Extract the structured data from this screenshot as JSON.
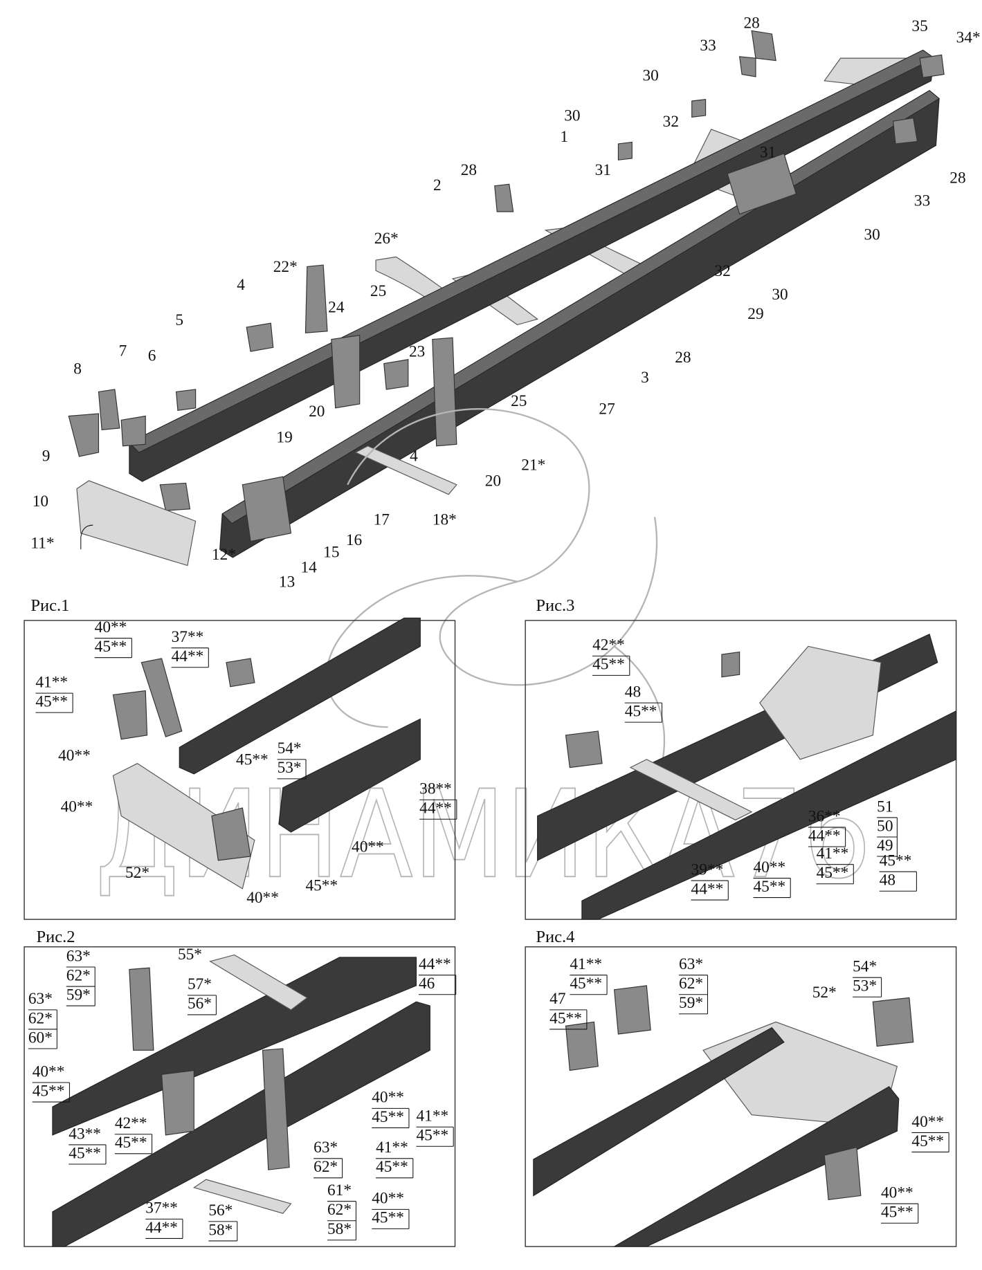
{
  "main": {
    "callouts": [
      "28",
      "33",
      "35",
      "34*",
      "30",
      "30",
      "32",
      "1",
      "31",
      "31",
      "28",
      "2",
      "28",
      "33",
      "30",
      "26*",
      "32",
      "30",
      "29",
      "22*",
      "25",
      "24",
      "4",
      "23",
      "28",
      "3",
      "5",
      "7",
      "6",
      "8",
      "20",
      "19",
      "25",
      "27",
      "21*",
      "20",
      "4",
      "9",
      "10",
      "17",
      "18*",
      "16",
      "15",
      "14",
      "13",
      "12*",
      "11*"
    ]
  },
  "figures": [
    {
      "caption": "Рис.1",
      "callouts": [
        [
          "40**",
          "45**"
        ],
        [
          "37**",
          "44**"
        ],
        [
          "41**",
          "45**"
        ],
        [
          "40**"
        ],
        [
          "45**"
        ],
        [
          "54*",
          "53*"
        ],
        [
          "38**",
          "44**"
        ],
        [
          "40**"
        ],
        [
          "52*"
        ],
        [
          "40**"
        ],
        [
          "45**"
        ],
        [
          "40**"
        ]
      ]
    },
    {
      "caption": "Рис.2",
      "callouts": [
        [
          "63*",
          "62*",
          "59*"
        ],
        [
          "55*"
        ],
        [
          "63*",
          "62*",
          "60*"
        ],
        [
          "57*",
          "56*"
        ],
        [
          "44**",
          "46"
        ],
        [
          "40**",
          "45**"
        ],
        [
          "40**",
          "45**"
        ],
        [
          "41**",
          "45**"
        ],
        [
          "43**",
          "45**"
        ],
        [
          "42**",
          "45**"
        ],
        [
          "41**",
          "45**"
        ],
        [
          "63*",
          "62*"
        ],
        [
          "40**",
          "45**"
        ],
        [
          "61*",
          "62*",
          "58*"
        ],
        [
          "37**",
          "44**"
        ],
        [
          "56*",
          "58*"
        ]
      ]
    },
    {
      "caption": "Рис.3",
      "callouts": [
        [
          "42**",
          "45**"
        ],
        [
          "48",
          "45**"
        ],
        [
          "36**",
          "44**"
        ],
        [
          "51",
          "50",
          "49"
        ],
        [
          "41**",
          "45**"
        ],
        [
          "40**",
          "45**"
        ],
        [
          "39**",
          "44**"
        ],
        [
          "45**",
          "48"
        ]
      ]
    },
    {
      "caption": "Рис.4",
      "callouts": [
        [
          "41**",
          "45**"
        ],
        [
          "63*",
          "62*",
          "59*"
        ],
        [
          "54*",
          "53*"
        ],
        [
          "47",
          "45**"
        ],
        [
          "52*"
        ],
        [
          "40**",
          "45**"
        ],
        [
          "40**",
          "45**"
        ]
      ]
    }
  ],
  "watermark": "ДИНАМИКА76"
}
